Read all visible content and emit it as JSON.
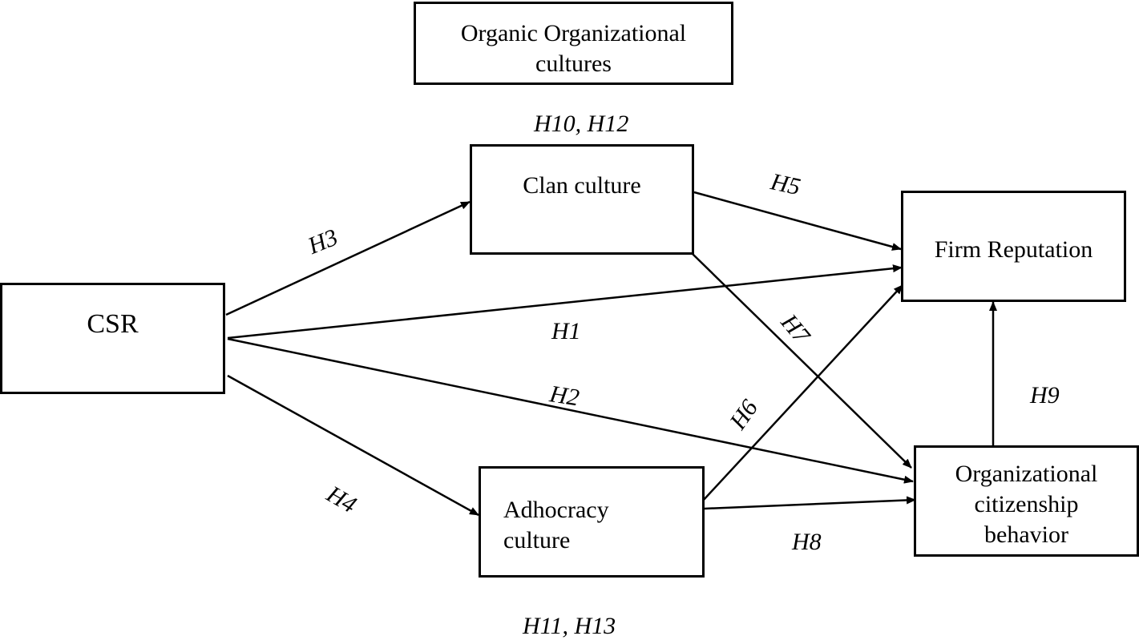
{
  "colors": {
    "stroke": "#000000",
    "background": "#ffffff"
  },
  "boxes": {
    "organic": "Organic Organizational\ncultures",
    "clan": "Clan culture",
    "csr": "CSR",
    "firm": "Firm Reputation",
    "adhocracy": "Adhocracy\nculture",
    "ocb": "Organizational\ncitizenship\nbehavior"
  },
  "labels": {
    "h10_h12": "H10, H12",
    "h11_h13": "H11, H13",
    "h1": "H1",
    "h2": "H2",
    "h3": "H3",
    "h4": "H4",
    "h5": "H5",
    "h6": "H6",
    "h7": "H7",
    "h8": "H8",
    "h9": "H9"
  }
}
